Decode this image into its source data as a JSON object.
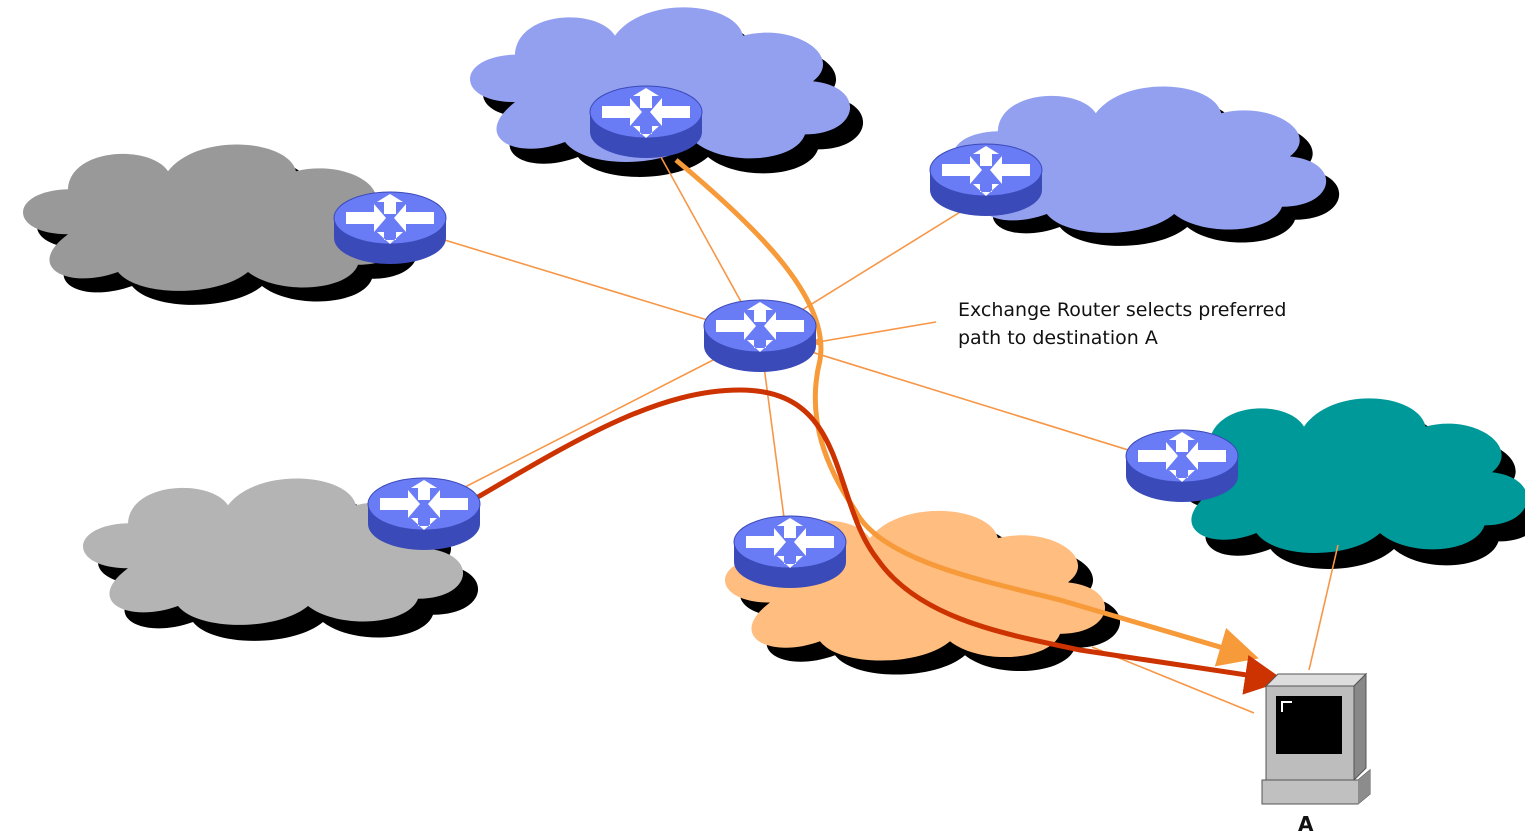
{
  "annotation": {
    "line1": "Exchange Router selects preferred",
    "line2": "path to destination A"
  },
  "destination": {
    "label": "A"
  },
  "colors": {
    "cloud_top": "#93a0f0",
    "cloud_left_dark": "#999999",
    "cloud_left_light": "#b4b4b4",
    "cloud_center": "#ffbd80",
    "cloud_right": "#009999",
    "cloud_shadow": "#000000",
    "router_body": "#5b6df0",
    "link_thin": "#f79646",
    "path_preferred": "#f79a3a",
    "path_alternate": "#cc3300"
  },
  "icons": {
    "router": "router-icon",
    "computer": "desktop-computer-icon",
    "cloud": "network-cloud-icon"
  }
}
